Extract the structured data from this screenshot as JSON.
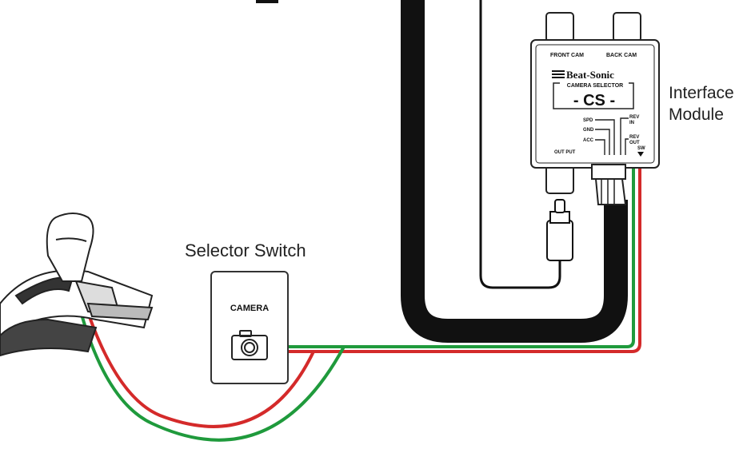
{
  "labels": {
    "selector_switch": "Selector Switch",
    "interface_module": [
      "Interface",
      "Module"
    ]
  },
  "switch_panel": {
    "text": "CAMERA",
    "icon": "camera-icon"
  },
  "module": {
    "brand": "Beat-Sonic",
    "subtitle": "CAMERA SELECTOR",
    "model": "- CS -",
    "ports_top": [
      "FRONT CAM",
      "BACK CAM"
    ],
    "pins_left": [
      "SPD",
      "GND",
      "ACC"
    ],
    "pins_right": [
      "REV IN",
      "REV OUT",
      "SW"
    ],
    "output_label": "OUT PUT"
  },
  "colors": {
    "wire_red": "#d42a2a",
    "wire_green": "#1f9a3c",
    "cable": "#111111",
    "outline": "#222222"
  }
}
